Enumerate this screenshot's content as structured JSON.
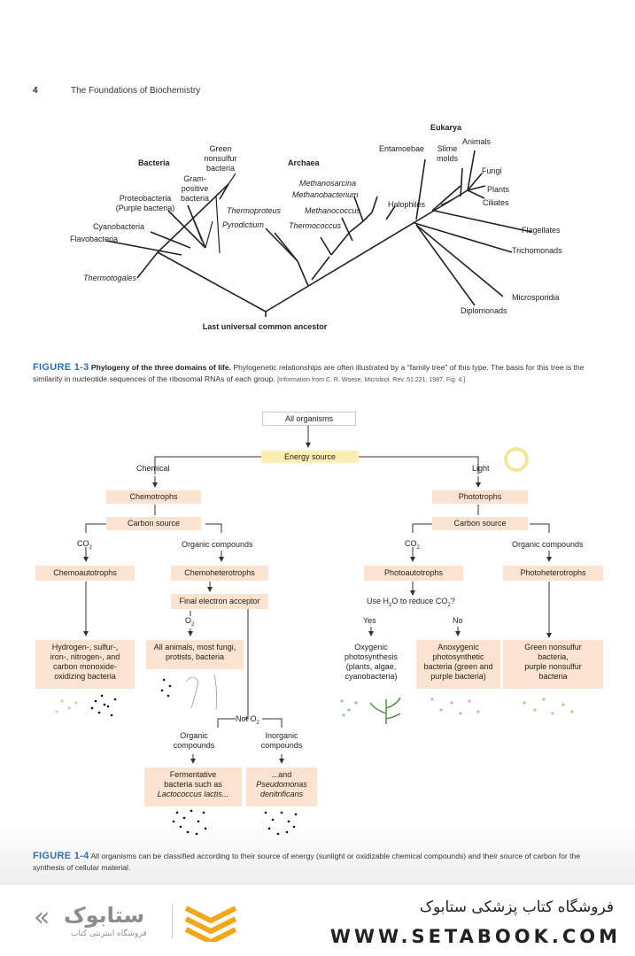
{
  "page": {
    "number": "4",
    "running_head": "The Foundations of Biochemistry"
  },
  "fig13": {
    "domains": {
      "bacteria": "Bacteria",
      "archaea": "Archaea",
      "eukarya": "Eukarya"
    },
    "bacteria": {
      "green_nonsulfur": [
        "Green",
        "nonsulfur",
        "bacteria"
      ],
      "gram_positive": [
        "Gram-",
        "positive",
        "bacteria"
      ],
      "proteobacteria": [
        "Proteobacteria",
        "(Purple bacteria)"
      ],
      "cyanobacteria": "Cyanobacteria",
      "flavobacteria": "Flavobacteria",
      "thermotogales": "Thermotogales"
    },
    "archaea": {
      "thermoproteus": "Thermoproteus",
      "pyrodictium": "Pyrodictium",
      "methanosarcina": "Methanosarcina",
      "methanobacterium": "Methanobacterium",
      "methanococcus": "Methanococcus",
      "thermococcus": "Thermococcus",
      "halophiles": "Halophiles"
    },
    "eukarya": {
      "entamoebae": "Entamoebae",
      "slime_molds": [
        "Slime",
        "molds"
      ],
      "animals": "Animals",
      "fungi": "Fungi",
      "plants": "Plants",
      "ciliates": "Ciliates",
      "flagellates": "Flagellates",
      "trichomonads": "Trichomonads",
      "microsporidia": "Microsporidia",
      "diplomonads": "Diplomonads"
    },
    "root": "Last universal common ancestor",
    "caption": {
      "label": "FIGURE 1-3",
      "title": "Phylogeny of the three domains of life.",
      "text": "Phylogenetic relationships are often illustrated by a \"family tree\" of this type. The basis for this tree is the similarity in nucleotide sequences of the ribosomal RNAs of each group.",
      "source": "[Information from C. R. Woese, Microbiol. Rev. 51:221, 1987, Fig. 4.]"
    }
  },
  "fig14": {
    "all_organisms": "All organisms",
    "energy_source": "Energy source",
    "chemical": "Chemical",
    "light": "Light",
    "chemotrophs": "Chemotrophs",
    "phototrophs": "Phototrophs",
    "carbon_source_left": "Carbon source",
    "carbon_source_right": "Carbon source",
    "co2_left": "CO",
    "co2_right": "CO",
    "co2_sub": "2",
    "organic_left": "Organic compounds",
    "organic_right": "Organic compounds",
    "chemoautotrophs": "Chemoautotrophs",
    "chemoheterotrophs": "Chemoheterotrophs",
    "photoautotrophs": "Photoautotrophs",
    "photoheterotrophs": "Photoheterotrophs",
    "final_acceptor": "Final electron acceptor",
    "o2": "O",
    "not_o2": "Not O",
    "use_h2o": [
      "Use H",
      "2",
      "O to reduce CO",
      "2",
      "?"
    ],
    "yes": "Yes",
    "no": "No",
    "chemoauto_examples": [
      "Hydrogen-, sulfur-,",
      "iron-, nitrogen-, and",
      "carbon monoxide-",
      "oxidizing bacteria"
    ],
    "chemohetero_examples": [
      "All animals, most fungi,",
      "protists, bacteria"
    ],
    "oxygenic": [
      "Oxygenic",
      "photosynthesis",
      "(plants, algae,",
      "cyanobacteria)"
    ],
    "anoxygenic": [
      "Anoxygenic",
      "photosynthetic",
      "bacteria (green and",
      "purple bacteria)"
    ],
    "photohetero_examples": [
      "Green nonsulfur",
      "bacteria,",
      "purple nonsulfur",
      "bacteria"
    ],
    "organic_compounds_2": [
      "Organic",
      "compounds"
    ],
    "inorganic_compounds": [
      "Inorganic",
      "compounds"
    ],
    "fermentative": [
      "Fermentative",
      "bacteria such as"
    ],
    "lactococcus": "Lactococcus lactis...",
    "and_pseudo": "...and",
    "pseudomonas": [
      "Pseudomonas",
      "denitrificans"
    ],
    "caption": {
      "label": "FIGURE 1-4",
      "text": "All organisms can be classified according to their source of energy (sunlight or oxidizable chemical compounds) and their source of carbon for the synthesis of cellular material."
    }
  },
  "footer": {
    "store_persian": "فروشگاه کتاب پزشکی ستابوک",
    "url": "WWW.SETABOOK.COM",
    "logo_text": "ستابوک",
    "logo_sub": "فروشگاه اینترنتی کتاب"
  },
  "colors": {
    "caption_blue": "#2e6fb4",
    "box_peach": "#fbe3cf",
    "box_yellow": "#fcefb4",
    "logo_orange": "#f2a81d",
    "logo_gray": "#8c8c8c"
  }
}
